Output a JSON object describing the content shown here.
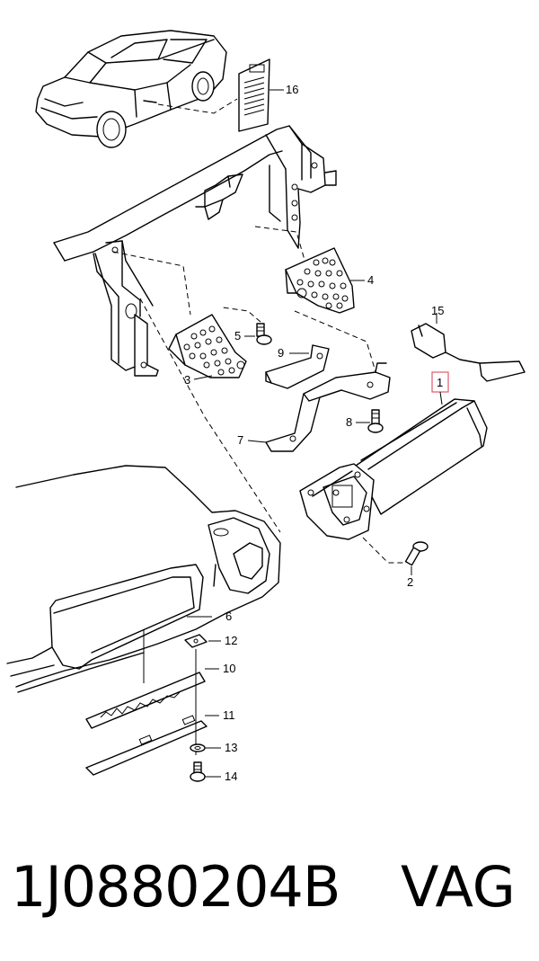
{
  "callouts": {
    "c1": "1",
    "c2": "2",
    "c3": "3",
    "c4": "4",
    "c5": "5",
    "c6": "6",
    "c7": "7",
    "c8": "8",
    "c9": "9",
    "c10": "10",
    "c11": "11",
    "c12": "12",
    "c13": "13",
    "c14": "14",
    "c15": "15",
    "c16": "16"
  },
  "highlight_color": "#e05a6a",
  "footer": {
    "part_number": "1J0880204B",
    "brand": "VAG"
  }
}
